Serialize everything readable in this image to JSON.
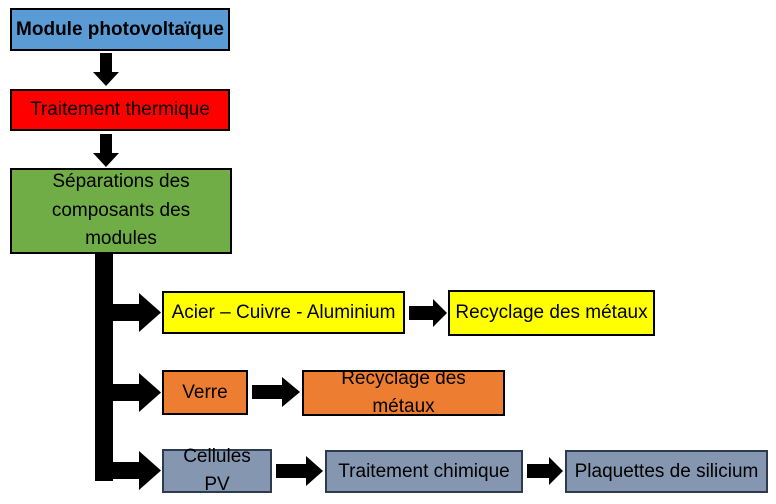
{
  "diagram": {
    "type": "flowchart",
    "description": "Recycling process of a photovoltaic module",
    "nodes": {
      "module_pv": {
        "label": "Module photovoltaïque",
        "fill": "#5b9bd5"
      },
      "traitement_thermique": {
        "label": "Traitement thermique",
        "fill": "#ff0000"
      },
      "separations": {
        "label": "Séparations des composants des modules",
        "fill": "#70ad47"
      },
      "acier_cuivre_alu": {
        "label": "Acier – Cuivre - Aluminium",
        "fill": "#ffff00"
      },
      "recyclage_metaux_1": {
        "label": "Recyclage des métaux",
        "fill": "#ffff00"
      },
      "verre": {
        "label": "Verre",
        "fill": "#ed7d31"
      },
      "recyclage_metaux_2": {
        "label": "Recyclage des métaux",
        "fill": "#ed7d31"
      },
      "cellules_pv": {
        "label": "Cellules PV",
        "fill": "#8496b0"
      },
      "traitement_chimique": {
        "label": "Traitement chimique",
        "fill": "#8496b0"
      },
      "plaquettes_silicium": {
        "label": "Plaquettes de silicium",
        "fill": "#8496b0"
      }
    },
    "edges": [
      {
        "from": "module_pv",
        "to": "traitement_thermique"
      },
      {
        "from": "traitement_thermique",
        "to": "separations"
      },
      {
        "from": "separations",
        "to": "acier_cuivre_alu"
      },
      {
        "from": "separations",
        "to": "verre"
      },
      {
        "from": "separations",
        "to": "cellules_pv"
      },
      {
        "from": "acier_cuivre_alu",
        "to": "recyclage_metaux_1"
      },
      {
        "from": "verre",
        "to": "recyclage_metaux_2"
      },
      {
        "from": "cellules_pv",
        "to": "traitement_chimique"
      },
      {
        "from": "traitement_chimique",
        "to": "plaquettes_silicium"
      }
    ],
    "colors": {
      "arrow": "#000000",
      "border_default": "#000000",
      "border_gray_nodes": "#2e3b4e",
      "text": "#000000",
      "background": "#ffffff"
    }
  }
}
